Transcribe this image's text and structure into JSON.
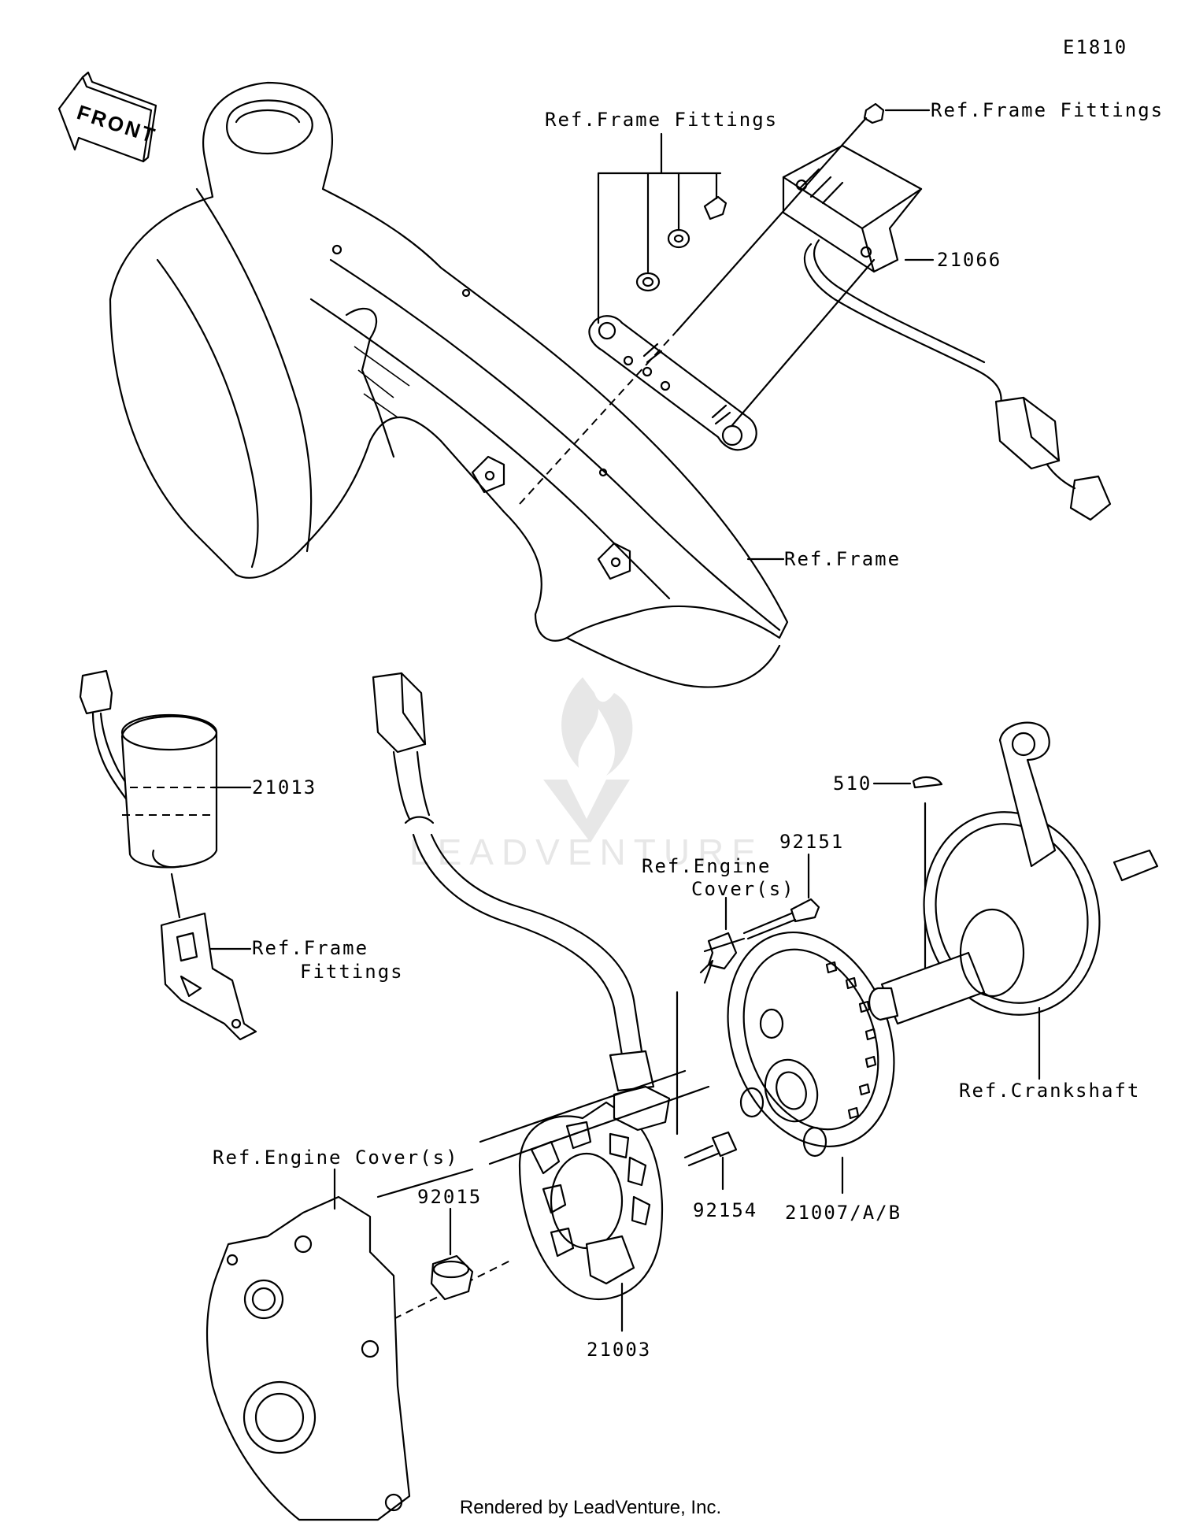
{
  "diagram_code": "E1810",
  "front_marker": "FRONT",
  "watermark": "LEADVENTURE",
  "footer": "Rendered by LeadVenture, Inc.",
  "labels": {
    "ref_frame_fittings_top": "Ref.Frame Fittings",
    "ref_frame_fittings_right": "Ref.Frame Fittings",
    "part_21066": "21066",
    "ref_frame": "Ref.Frame",
    "part_21013": "21013",
    "ref_frame_fittings_left_1": "Ref.Frame",
    "ref_frame_fittings_left_2": "Fittings",
    "part_510": "510",
    "part_92151": "92151",
    "ref_engine_cover_upper_1": "Ref.Engine",
    "ref_engine_cover_upper_2": "Cover(s)",
    "ref_crankshaft": "Ref.Crankshaft",
    "ref_engine_cover_lower": "Ref.Engine Cover(s)",
    "part_92015": "92015",
    "part_92154": "92154",
    "part_21007": "21007/A/B",
    "part_21003": "21003"
  }
}
